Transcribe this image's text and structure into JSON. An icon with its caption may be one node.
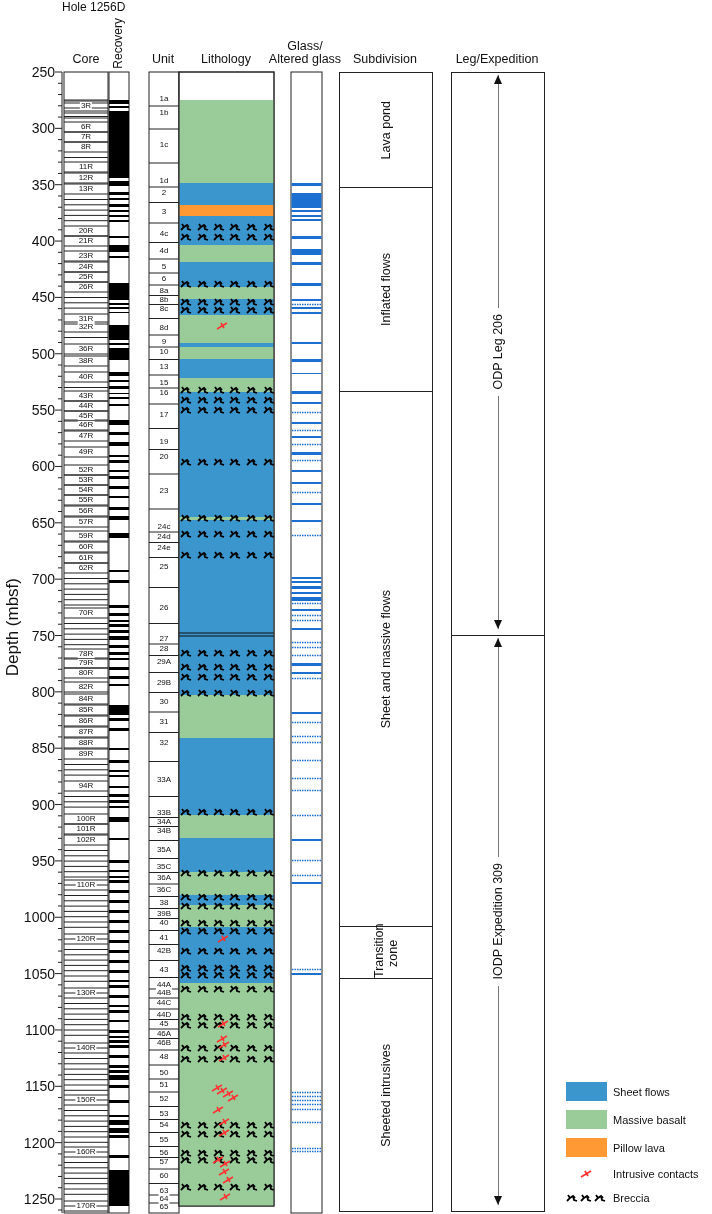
{
  "diagram": {
    "title": "Hole 1256D",
    "nodes": [
      {
        "text": [
          "Lava pond"
        ]
      },
      {
        "text": [
          "Inflated flows"
        ]
      },
      {
        "text": [
          "Sheet and massive flows"
        ]
      },
      {
        "text": [
          "Transition zone"
        ]
      },
      {
        "text": [
          "Sheeted intrusives"
        ]
      },
      {
        "text": [
          "ODP Leg 206"
        ]
      },
      {
        "text": [
          "IODP Expedition 309"
        ]
      }
    ],
    "labels": [
      "Core",
      "Recovery",
      "Unit",
      "Lithology",
      "Glass/ Altered glass",
      "Subdivision",
      "Leg/Expedition",
      "Depth (mbsf)",
      "250",
      "300",
      "350",
      "400",
      "450",
      "500",
      "550",
      "600",
      "650",
      "700",
      "750",
      "800",
      "850",
      "900",
      "950",
      "1000",
      "1050",
      "1100",
      "1150",
      "1200",
      "1250",
      "3R",
      "6R",
      "7R",
      "8R",
      "11R",
      "12R",
      "13R",
      "20R",
      "21R",
      "23R",
      "24R",
      "25R",
      "26R",
      "31R",
      "32R",
      "36R",
      "38R",
      "40R",
      "43R",
      "44R",
      "45R",
      "46R",
      "47R",
      "49R",
      "52R",
      "53R",
      "54R",
      "55R",
      "56R",
      "57R",
      "59R",
      "60R",
      "61R",
      "62R",
      "70R",
      "78R",
      "79R",
      "80R",
      "82R",
      "84R",
      "85R",
      "86R",
      "87R",
      "88R",
      "89R",
      "94R",
      "100R",
      "101R",
      "102R",
      "110R",
      "120R",
      "130R",
      "140R",
      "150R",
      "160R",
      "170R",
      "1a",
      "1b",
      "1c",
      "1d",
      "2",
      "3",
      "4c",
      "4d",
      "5",
      "6",
      "8a",
      "8b",
      "8c",
      "8d",
      "9",
      "10",
      "13",
      "15",
      "16",
      "17",
      "19",
      "20",
      "23",
      "24c",
      "24d",
      "24e",
      "25",
      "26",
      "27",
      "28",
      "29A",
      "29B",
      "30",
      "31",
      "32",
      "33A",
      "33B",
      "34A",
      "34B",
      "35A",
      "35C",
      "36A",
      "36C",
      "38",
      "39B",
      "40",
      "41",
      "42B",
      "43",
      "44A",
      "44B",
      "44C",
      "44D",
      "45",
      "46A",
      "46B",
      "48",
      "50",
      "51",
      "52",
      "53",
      "54",
      "55",
      "56",
      "57",
      "60",
      "63",
      "64",
      "65"
    ],
    "legend": [
      {
        "text": "Sheet flows",
        "color": "#3a96cc"
      },
      {
        "text": "Massive basalt",
        "color": "#99cc99"
      },
      {
        "text": "Pillow lava",
        "color": "#ff9933"
      },
      {
        "text": "Intrusive contacts"
      },
      {
        "text": "Breccia"
      }
    ]
  }
}
